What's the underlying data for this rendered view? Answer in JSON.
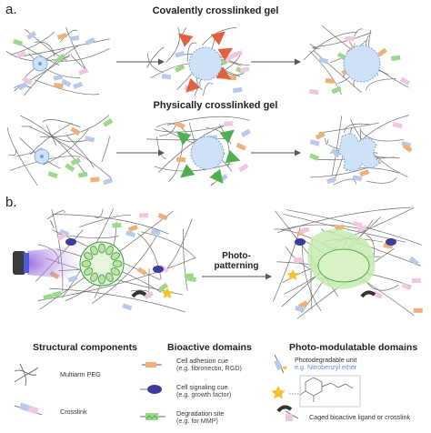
{
  "panel_a_label": "a.",
  "panel_b_label": "b.",
  "covalent_title": "Covalently crosslinked gel",
  "physical_title": "Physically crosslinked gel",
  "photo_arrow_label": "Photo-\npatterning",
  "legend": {
    "structural_head": "Structural components",
    "bioactive_head": "Bioactive domains",
    "photo_head": "Photo-modulatable domains",
    "multiarm": "Multiarm PEG",
    "crosslink": "Crosslink",
    "adhesion": "Cell adhesion cue",
    "adhesion_ex": "(e.g. fibronectin, RGD)",
    "signaling": "Cell signaling cue",
    "signaling_ex": "(e.g. growth factor)",
    "degradation": "Degradation site",
    "degradation_ex": "(e.g. for MMP)",
    "photodegradable": "Photodegradable unit",
    "photodegradable_ex": "e.g. Nitrobenzyl ether",
    "caged": "Caged bioactive ligand or crosslink"
  },
  "colors": {
    "network_line": "#6f6f6f",
    "crosslink_blue": "#b9c9ee",
    "crosslink_pink": "#f2c6e0",
    "adhesion_orange": "#f0b07a",
    "signaling_navy": "#3a3d9b",
    "degradation_green": "#9ad98b",
    "cell_blue": "#cfe1f7",
    "cell_outline": "#7aa0d8",
    "force_red": "#e0603f",
    "force_green": "#4fb04f",
    "light_beam": "#8a4fd6",
    "organoid_green": "#3a9a3a",
    "patterned_green": "#c6ebb0",
    "lamp_dark": "#3b3b3b",
    "star_yellow": "#f2c230"
  }
}
